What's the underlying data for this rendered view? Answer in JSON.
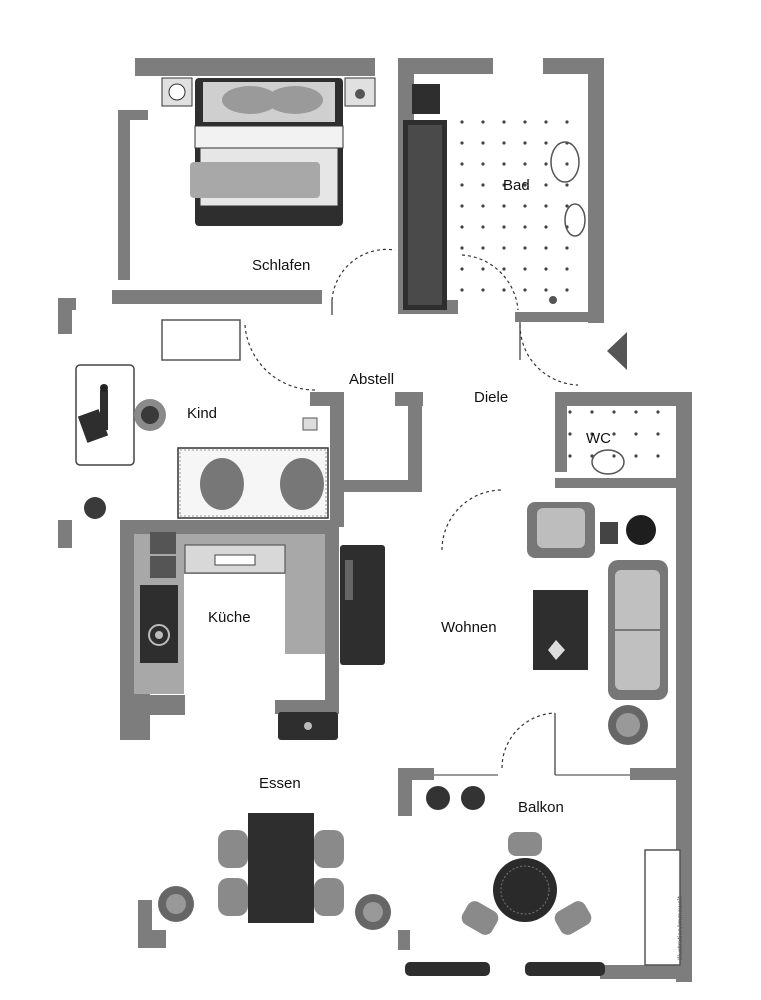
{
  "rooms": {
    "schlafen": "Schlafen",
    "bad": "Bad",
    "abstell": "Abstell",
    "diele": "Diele",
    "kind": "Kind",
    "wc": "WC",
    "kueche": "Küche",
    "wohnen": "Wohnen",
    "essen": "Essen",
    "balkon": "Balkon"
  },
  "credit": "Illustration/Immowelt",
  "colors": {
    "wall": "#7d7d7d",
    "floor": "#ffffff",
    "furniture_dark": "#2e2e2e",
    "furniture_grey": "#a8a8a8"
  }
}
